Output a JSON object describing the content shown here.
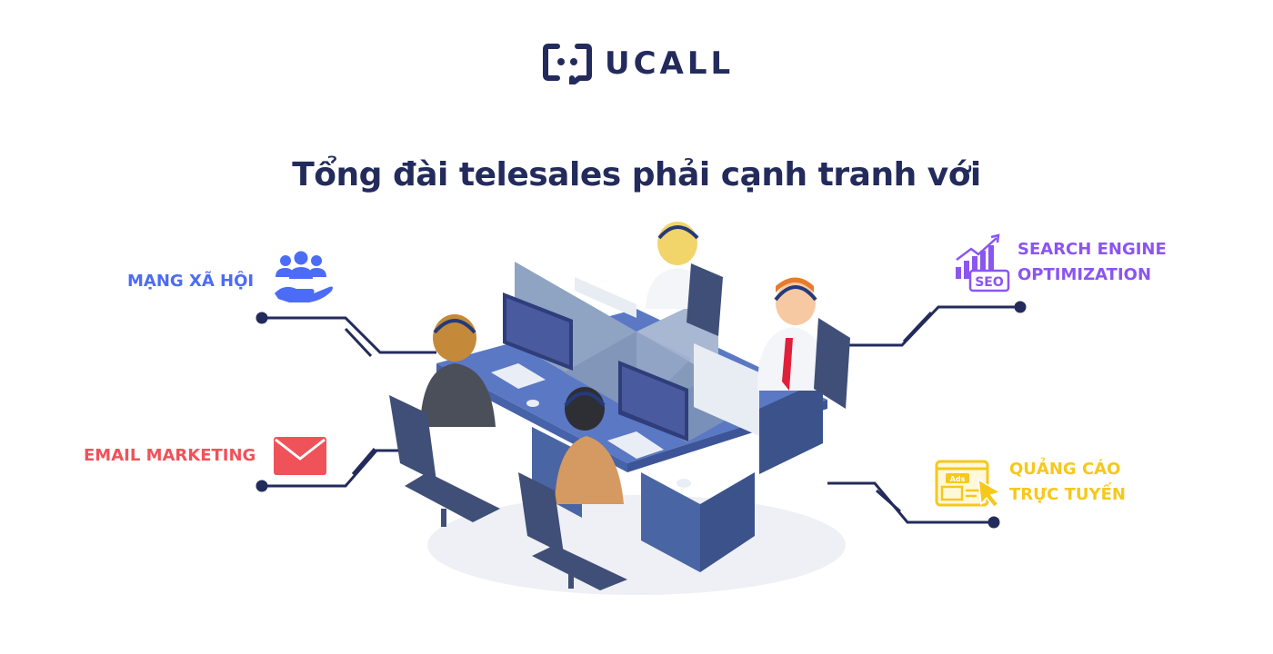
{
  "brand": {
    "name": "UCALL",
    "color": "#232b5c"
  },
  "headline": "Tổng đài telesales phải cạnh tranh với",
  "channels": {
    "social": {
      "label": "MẠNG XÃ HỘI",
      "icon": "people-hand-icon",
      "color": "#4d6cf5"
    },
    "email": {
      "label": "EMAIL MARKETING",
      "icon": "envelope-icon",
      "color": "#f0525a"
    },
    "seo": {
      "line1": "SEARCH ENGINE",
      "line2": "OPTIMIZATION",
      "icon": "seo-chart-icon",
      "icon_text": "SEO",
      "color": "#8b55f0"
    },
    "ads": {
      "line1": "QUẢNG CÁO",
      "line2": "TRỰC TUYẾN",
      "icon": "ads-browser-icon",
      "icon_text": "Ads",
      "color": "#f6c81c"
    }
  },
  "connector_color": "#232b5c",
  "illustration": "call-center-office-icon"
}
